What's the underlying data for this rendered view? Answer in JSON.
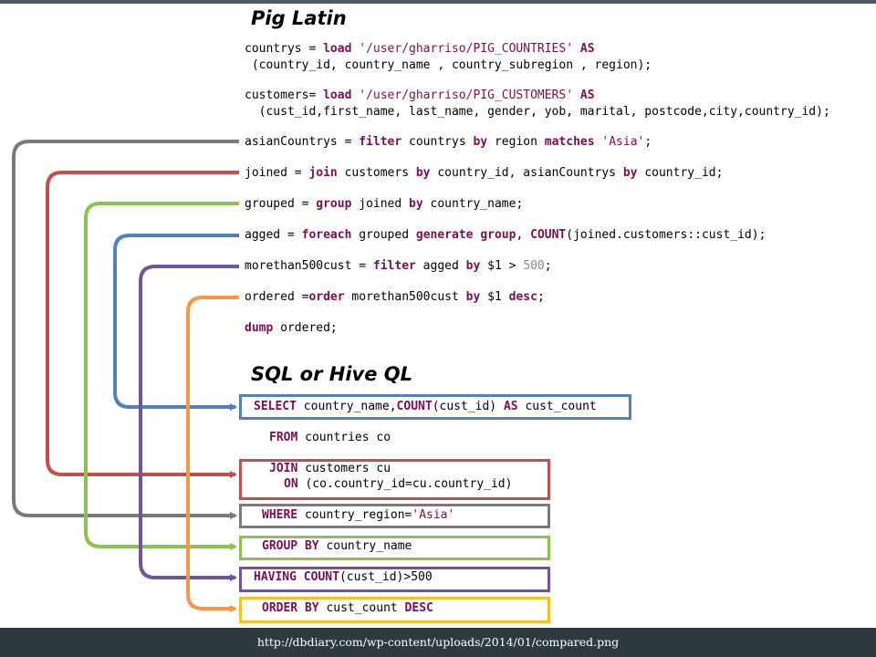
{
  "headings": {
    "pig": "Pig Latin",
    "sql": "SQL or Hive QL"
  },
  "pig_lines": [
    {
      "parts": [
        [
          "t",
          "countrys = "
        ],
        [
          "k",
          "load"
        ],
        [
          "t",
          " "
        ],
        [
          "s",
          "'/user/gharriso/PIG_COUNTRIES'"
        ],
        [
          "t",
          " "
        ],
        [
          "k",
          "AS"
        ]
      ]
    },
    {
      "parts": [
        [
          "t",
          " (country_id, country_name , country_subregion , region);"
        ]
      ]
    },
    {
      "parts": [
        [
          "t",
          "customers= "
        ],
        [
          "k",
          "load"
        ],
        [
          "t",
          " "
        ],
        [
          "s",
          "'/user/gharriso/PIG_CUSTOMERS'"
        ],
        [
          "t",
          " "
        ],
        [
          "k",
          "AS"
        ]
      ]
    },
    {
      "parts": [
        [
          "t",
          "  (cust_id,first_name, last_name, gender, yob, marital, postcode,city,country_id);"
        ]
      ]
    },
    {
      "parts": [
        [
          "t",
          "asianCountrys = "
        ],
        [
          "k",
          "filter"
        ],
        [
          "t",
          " countrys "
        ],
        [
          "k",
          "by"
        ],
        [
          "t",
          " region "
        ],
        [
          "k",
          "matches"
        ],
        [
          "t",
          " "
        ],
        [
          "s",
          "'Asia'"
        ],
        [
          "t",
          ";"
        ]
      ]
    },
    {
      "parts": [
        [
          "t",
          "joined = "
        ],
        [
          "k",
          "join"
        ],
        [
          "t",
          " customers "
        ],
        [
          "k",
          "by"
        ],
        [
          "t",
          " country_id, asianCountrys "
        ],
        [
          "k",
          "by"
        ],
        [
          "t",
          " country_id;"
        ]
      ]
    },
    {
      "parts": [
        [
          "t",
          "grouped = "
        ],
        [
          "k",
          "group"
        ],
        [
          "t",
          " joined "
        ],
        [
          "k",
          "by"
        ],
        [
          "t",
          " country_name;"
        ]
      ]
    },
    {
      "parts": [
        [
          "t",
          "agged = "
        ],
        [
          "k",
          "foreach"
        ],
        [
          "t",
          " grouped "
        ],
        [
          "k",
          "generate"
        ],
        [
          "t",
          " "
        ],
        [
          "k",
          "group"
        ],
        [
          "t",
          ", "
        ],
        [
          "k",
          "COUNT"
        ],
        [
          "t",
          "(joined.customers::cust_id);"
        ]
      ]
    },
    {
      "parts": [
        [
          "t",
          "morethan500cust = "
        ],
        [
          "k",
          "filter"
        ],
        [
          "t",
          " agged "
        ],
        [
          "k",
          "by"
        ],
        [
          "t",
          " $1 > "
        ],
        [
          "n",
          "500"
        ],
        [
          "t",
          ";"
        ]
      ]
    },
    {
      "parts": [
        [
          "t",
          "ordered ="
        ],
        [
          "k",
          "order"
        ],
        [
          "t",
          " morethan500cust "
        ],
        [
          "k",
          "by"
        ],
        [
          "t",
          " $1 "
        ],
        [
          "k",
          "desc"
        ],
        [
          "t",
          ";"
        ]
      ]
    },
    {
      "parts": [
        [
          "k",
          "dump"
        ],
        [
          "t",
          " ordered;"
        ]
      ]
    }
  ],
  "sql_lines": [
    {
      "parts": [
        [
          "k",
          "SELECT"
        ],
        [
          "t",
          " country_name,"
        ],
        [
          "k",
          "COUNT"
        ],
        [
          "t",
          "(cust_id) "
        ],
        [
          "k",
          "AS"
        ],
        [
          "t",
          " cust_count"
        ]
      ]
    },
    {
      "parts": [
        [
          "k",
          "FROM"
        ],
        [
          "t",
          " countries co"
        ]
      ]
    },
    {
      "parts": [
        [
          "k",
          "JOIN"
        ],
        [
          "t",
          " customers cu"
        ]
      ]
    },
    {
      "parts": [
        [
          "k",
          "ON"
        ],
        [
          "t",
          " (co.country_id=cu.country_id)"
        ]
      ]
    },
    {
      "parts": [
        [
          "k",
          "WHERE"
        ],
        [
          "t",
          " country_region="
        ],
        [
          "s",
          "'Asia'"
        ]
      ]
    },
    {
      "parts": [
        [
          "k",
          "GROUP BY"
        ],
        [
          "t",
          " country_name"
        ]
      ]
    },
    {
      "parts": [
        [
          "k",
          "HAVING"
        ],
        [
          "t",
          " "
        ],
        [
          "k",
          "COUNT"
        ],
        [
          "t",
          "(cust_id)>500"
        ]
      ]
    },
    {
      "parts": [
        [
          "k",
          "ORDER BY"
        ],
        [
          "t",
          " cust_count "
        ],
        [
          "k",
          "DESC"
        ]
      ]
    }
  ],
  "colors": {
    "gray": "#7a7a7a",
    "red": "#c0504d",
    "green": "#8cc151",
    "blue": "#4f81bd",
    "purple": "#7153a0",
    "orange": "#f79646",
    "yellow": "#f5c12a",
    "keyword": "#7a0e55"
  },
  "footer": {
    "url": "http://dbdiary.com/wp-content/uploads/2014/01/compared.png"
  }
}
